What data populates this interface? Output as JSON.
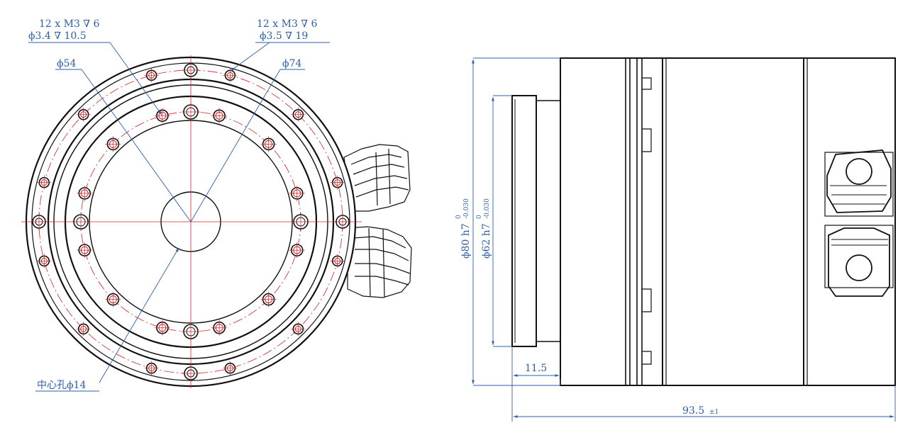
{
  "front_view": {
    "callout_left": {
      "line1": "12 x M3 ∇ 6",
      "line2": "ϕ3.4 ∇ 10.5"
    },
    "callout_right": {
      "line1": "12 x M3 ∇ 6",
      "line2": "ϕ3.5 ∇ 19"
    },
    "dia_54": "ϕ54",
    "dia_74": "ϕ74",
    "center_hole": "中心孔ϕ14"
  },
  "side_view": {
    "dia_80": "ϕ80 h7",
    "dia_80_tol_upper": "0",
    "dia_80_tol_lower": "-0.030",
    "dia_62": "ϕ62 h7",
    "dia_62_tol_upper": "0",
    "dia_62_tol_lower": "-0.030",
    "len_flange": "11.5",
    "len_total": "93.5",
    "len_total_tol": "±1"
  },
  "colors": {
    "outline": "#111111",
    "centerline": "#d42020",
    "dimension": "#2d5fa8"
  }
}
